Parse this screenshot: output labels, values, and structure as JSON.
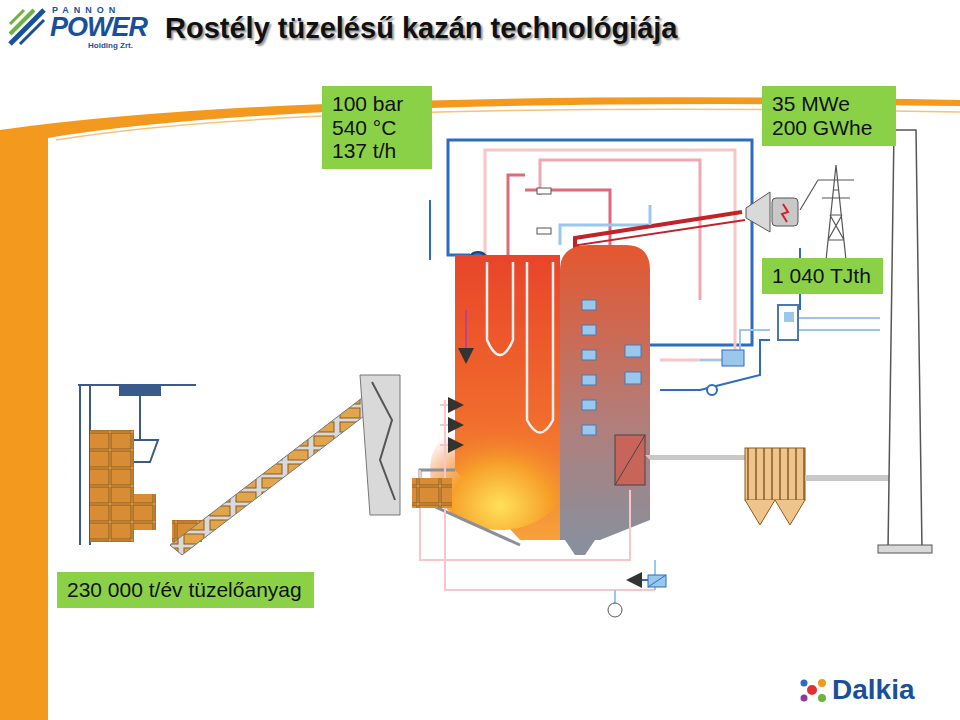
{
  "diagram": {
    "title": "Rostély tüzelésű kazán technológiája",
    "nodes": [
      {
        "text": [
          "100 bar 540 °C 137 t/h"
        ]
      },
      {
        "text": [
          "35 MWe 200 GWhe"
        ]
      },
      {
        "text": [
          "1 040 TJth"
        ]
      },
      {
        "text": [
          "230 000 t/év tüzelőanyag"
        ]
      }
    ],
    "labels": [
      "PANNON",
      "POWER",
      "Holding Zrt.",
      "Dalkia"
    ]
  }
}
